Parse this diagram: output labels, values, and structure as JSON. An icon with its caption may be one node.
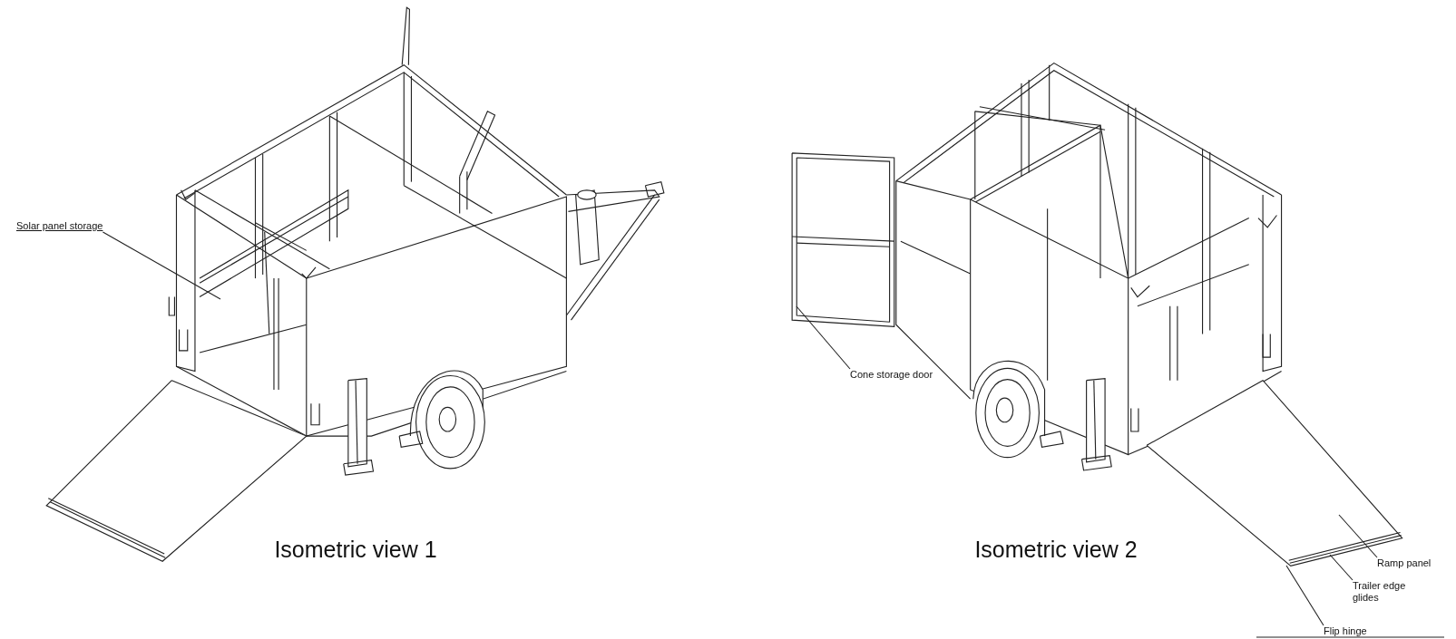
{
  "diagram": {
    "nodes": [
      {
        "text": [
          "Solar panel storage"
        ]
      },
      {
        "text": [
          "Cone storage door"
        ]
      },
      {
        "text": [
          "Ramp panel"
        ]
      },
      {
        "text": [
          "Trailer edge glides"
        ]
      },
      {
        "text": [
          "Flip hinge"
        ]
      }
    ],
    "edges": [
      {
        "from": 0,
        "to": null,
        "arrow": "none"
      },
      {
        "from": 1,
        "to": null,
        "arrow": "none"
      },
      {
        "from": 2,
        "to": null,
        "arrow": "none"
      },
      {
        "from": 3,
        "to": null,
        "arrow": "none"
      },
      {
        "from": 4,
        "to": null,
        "arrow": "none"
      }
    ],
    "labels": [
      "Isometric view 1",
      "Isometric view 2"
    ]
  }
}
